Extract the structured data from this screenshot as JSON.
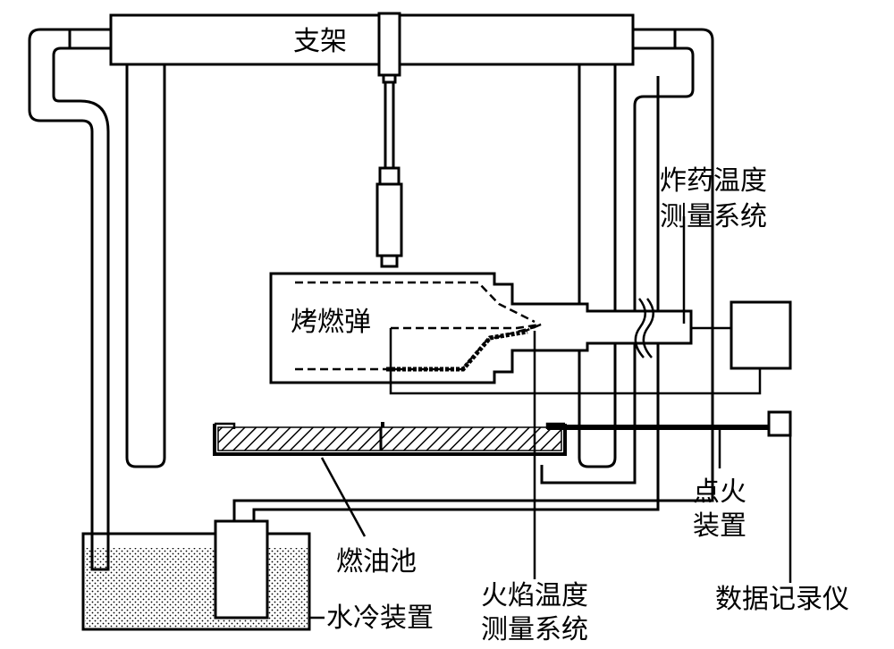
{
  "labels": {
    "frame": "支架",
    "bomb": "烤燃弹",
    "explosive_temp_line1": "炸药温度",
    "explosive_temp_line2": "测量系统",
    "ignition_line1": "点火",
    "ignition_line2": "装置",
    "fuel_pool": "燃油池",
    "flame_temp_line1": "火焰温度",
    "flame_temp_line2": "测量系统",
    "data_recorder": "数据记录仪",
    "water_cooling": "水冷装置"
  }
}
